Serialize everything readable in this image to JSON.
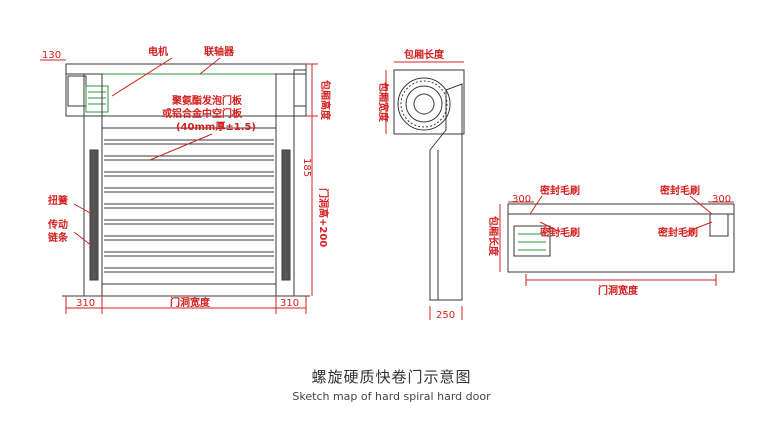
{
  "front_view": {
    "dim_top_left": "130",
    "motor": "电机",
    "coupling": "联轴器",
    "panel_line1": "聚氨酯发泡门板",
    "panel_line2": "或铝合金中空门板",
    "panel_line3": "(40mm厚±1.5)",
    "box_height": "包厢高度",
    "dim_185": "185",
    "opening_height": "门洞高+200",
    "spring": "扭簧",
    "chain_line1": "传动",
    "chain_line2": "链条",
    "dim_bottom_left": "310",
    "dim_bottom_right": "310",
    "opening_width": "门洞宽度"
  },
  "side_view": {
    "box_length": "包厢长度",
    "box_width": "包厢宽度",
    "dim_250": "250"
  },
  "top_view": {
    "seal_brush_1": "密封毛刷",
    "seal_brush_2": "密封毛刷",
    "seal_brush_3": "密封毛刷",
    "seal_brush_4": "密封毛刷",
    "dim_left": "300",
    "dim_right": "300",
    "box_length": "包厢长度",
    "opening_width": "门洞宽度"
  },
  "caption": {
    "chinese": "螺旋硬质快卷门示意图",
    "english": "Sketch map of hard spiral hard door"
  },
  "colors": {
    "line": "#3a3a3a",
    "dimension": "#d42020",
    "accent_green": "#2a9a3a"
  }
}
